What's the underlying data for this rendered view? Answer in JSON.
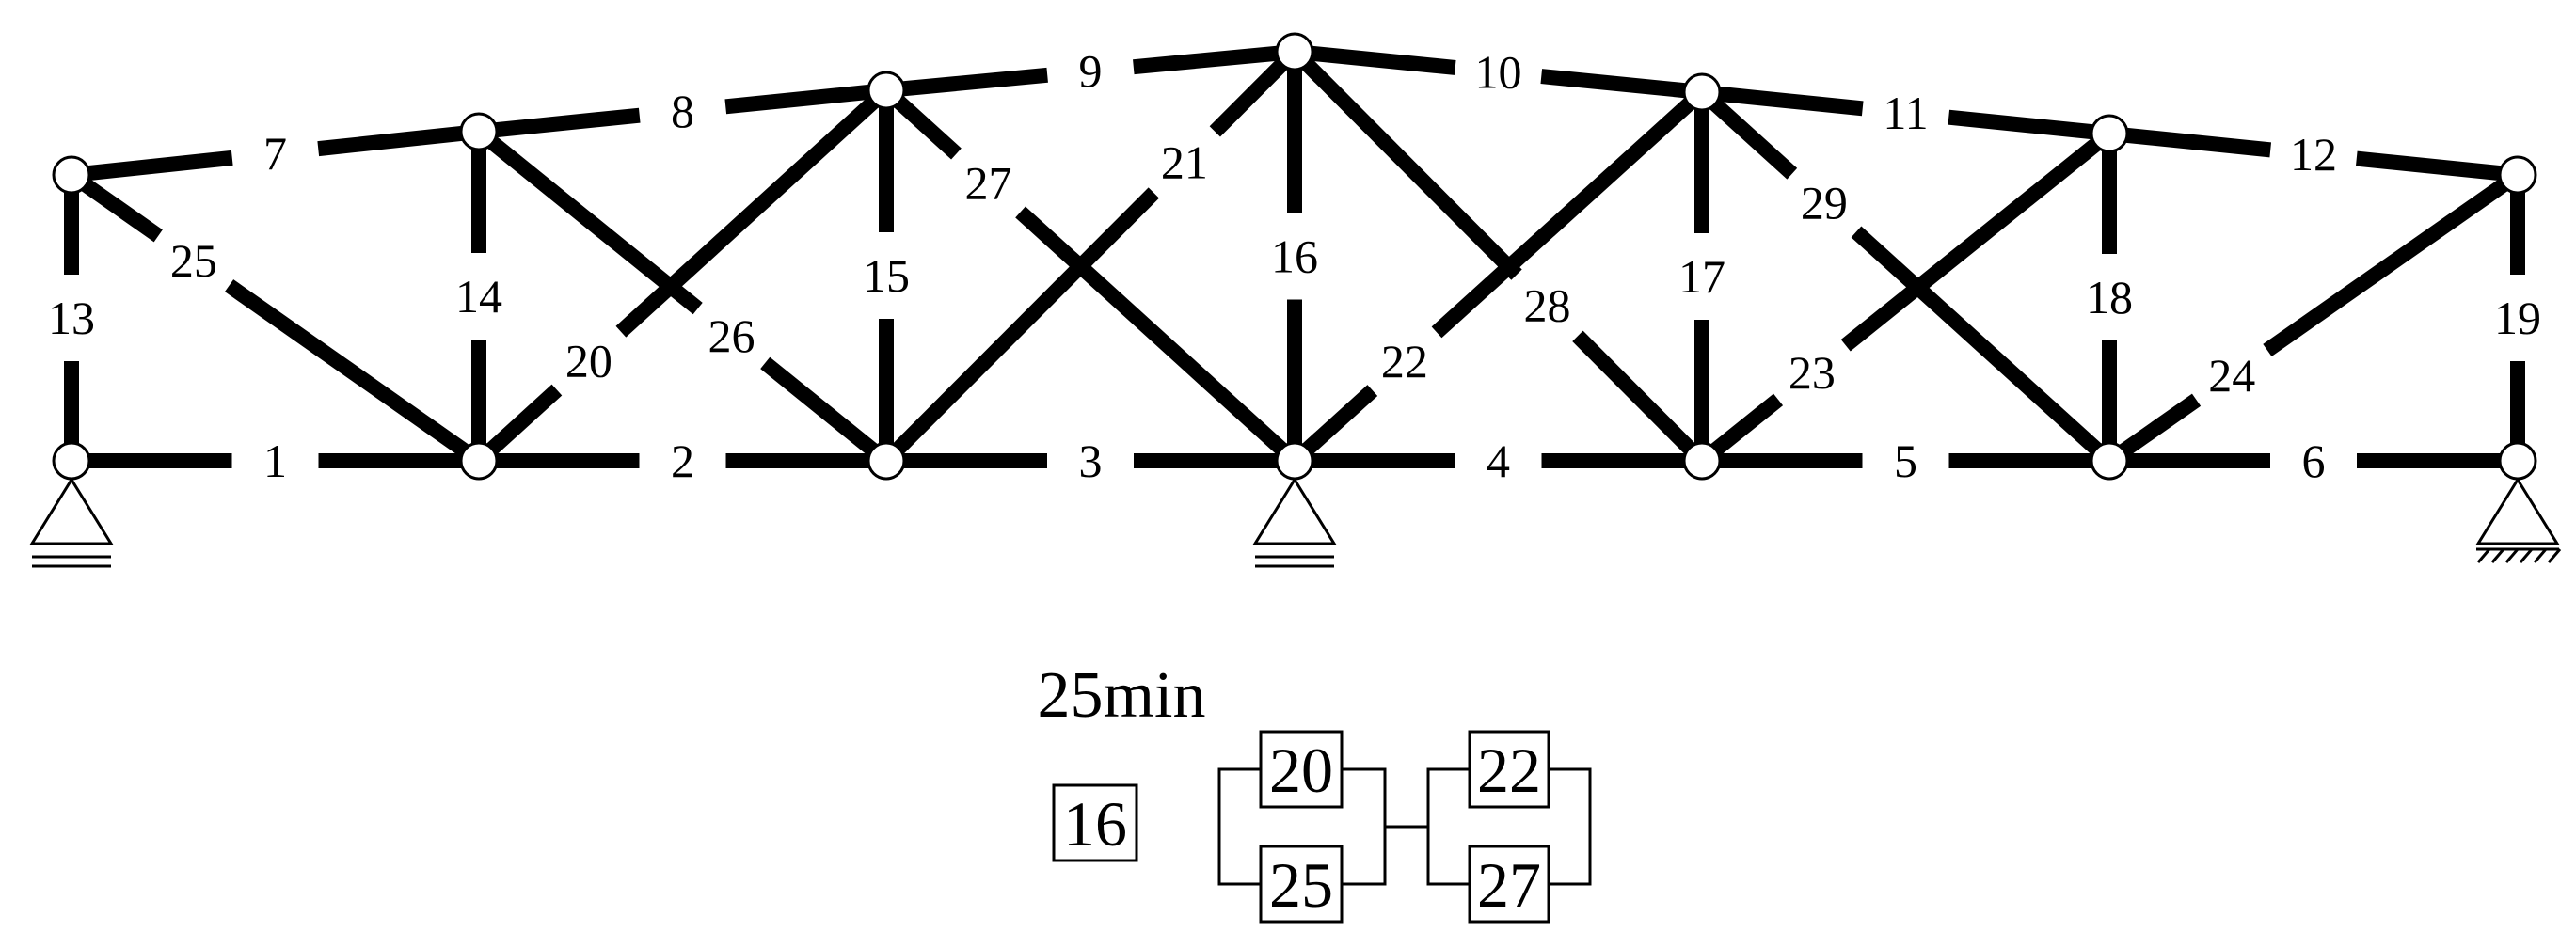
{
  "truss": {
    "members": [
      {
        "id": "1",
        "from": "B0",
        "to": "B1"
      },
      {
        "id": "2",
        "from": "B1",
        "to": "B2"
      },
      {
        "id": "3",
        "from": "B2",
        "to": "B3"
      },
      {
        "id": "4",
        "from": "B3",
        "to": "B4"
      },
      {
        "id": "5",
        "from": "B4",
        "to": "B5"
      },
      {
        "id": "6",
        "from": "B5",
        "to": "B6"
      },
      {
        "id": "7",
        "from": "T0",
        "to": "T1"
      },
      {
        "id": "8",
        "from": "T1",
        "to": "T2"
      },
      {
        "id": "9",
        "from": "T2",
        "to": "T3"
      },
      {
        "id": "10",
        "from": "T3",
        "to": "T4"
      },
      {
        "id": "11",
        "from": "T4",
        "to": "T5"
      },
      {
        "id": "12",
        "from": "T5",
        "to": "T6"
      },
      {
        "id": "13",
        "from": "T0",
        "to": "B0"
      },
      {
        "id": "14",
        "from": "T1",
        "to": "B1"
      },
      {
        "id": "15",
        "from": "T2",
        "to": "B2"
      },
      {
        "id": "16",
        "from": "T3",
        "to": "B3"
      },
      {
        "id": "17",
        "from": "T4",
        "to": "B4"
      },
      {
        "id": "18",
        "from": "T5",
        "to": "B5"
      },
      {
        "id": "19",
        "from": "T6",
        "to": "B6"
      },
      {
        "id": "20",
        "from": "B1",
        "to": "T2"
      },
      {
        "id": "21",
        "from": "B2",
        "to": "T3"
      },
      {
        "id": "22",
        "from": "B3",
        "to": "T4"
      },
      {
        "id": "23",
        "from": "B4",
        "to": "T5"
      },
      {
        "id": "24",
        "from": "B5",
        "to": "T6"
      },
      {
        "id": "25",
        "from": "T0",
        "to": "B1"
      },
      {
        "id": "26",
        "from": "T1",
        "to": "B2"
      },
      {
        "id": "27",
        "from": "T2",
        "to": "B3"
      },
      {
        "id": "28",
        "from": "T3",
        "to": "B4"
      },
      {
        "id": "29",
        "from": "T4",
        "to": "B5"
      }
    ],
    "supports": [
      {
        "node": "B0",
        "type": "roller"
      },
      {
        "node": "B3",
        "type": "roller"
      },
      {
        "node": "B6",
        "type": "pin"
      }
    ]
  },
  "caption": "25min",
  "cut_sets": {
    "single": "16",
    "group1": [
      "20",
      "25"
    ],
    "group2": [
      "22",
      "27"
    ]
  }
}
